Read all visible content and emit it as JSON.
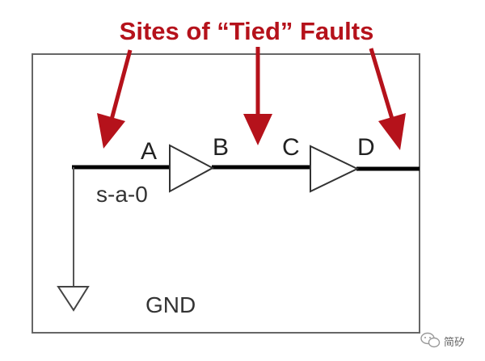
{
  "title": "Sites of “Tied” Faults",
  "nodes": {
    "a": "A",
    "b": "B",
    "c": "C",
    "d": "D"
  },
  "fault_label": "s-a-0",
  "ground_label": "GND",
  "watermark": {
    "icon": "wechat-icon",
    "text": "简矽"
  },
  "colors": {
    "title": "#b5121b",
    "arrow": "#b5121b",
    "wire": "#000000",
    "box": "#666666",
    "text": "#222222"
  }
}
